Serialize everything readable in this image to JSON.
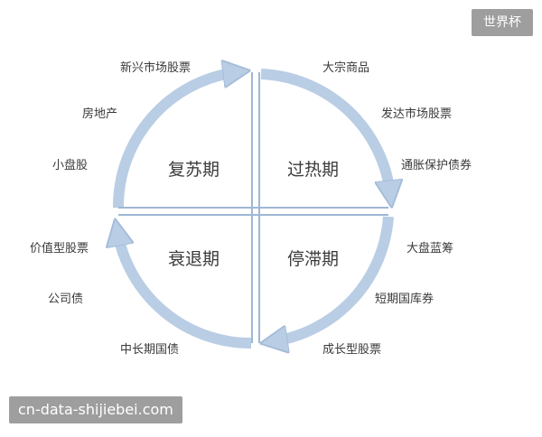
{
  "watermark": {
    "brand": "世界杯",
    "site": "cn-data-shijiebei.com"
  },
  "colors": {
    "arc": "#b9cde4",
    "arc_edge": "#a4bcd9",
    "divider": "#9fb7d6"
  },
  "quadrants": {
    "top_left": {
      "phase": "复苏期",
      "assets": [
        "新兴市场股票",
        "房地产",
        "小盘股"
      ]
    },
    "top_right": {
      "phase": "过热期",
      "assets": [
        "大宗商品",
        "发达市场股票",
        "通胀保护债券"
      ]
    },
    "bottom_right": {
      "phase": "停滞期",
      "assets": [
        "大盘蓝筹",
        "短期国库券",
        "成长型股票"
      ]
    },
    "bottom_left": {
      "phase": "衰退期",
      "assets": [
        "价值型股票",
        "公司债",
        "中长期国债"
      ]
    }
  }
}
